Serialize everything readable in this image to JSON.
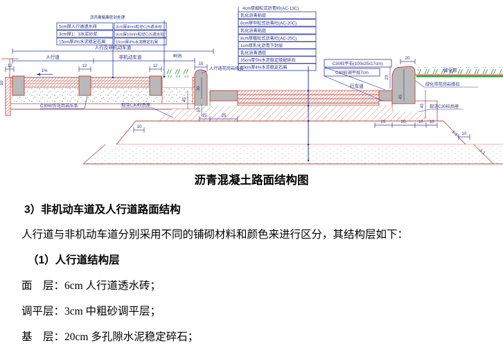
{
  "drawing": {
    "caption": "沥青混凝土路面结构图",
    "stack_left": [
      "5cm厚人行道透水砖",
      "3cm厚1：3水泥砂浆",
      "15cm厚4%水泥稳定石屑"
    ],
    "stack_mid_header": "双丙聚氨酯密封处理",
    "stack_mid": [
      "3cm厚4mm粒径C25透水砼",
      "3cm厚10mm粒径C25透水砼",
      "15cm厚4%水泥稳定石屑"
    ],
    "stack_right_header": "4cm厚细粒式沥青砼(AC-13C)",
    "stack_right": [
      "乳化沥青粘层",
      "8cm厚中粒式沥青砼(AC-20C)",
      "乳化沥青粘层",
      "8cm厚粗粒式沥青砼(AC-25C)",
      "1cm厚乳化沥青下封层",
      "乳化沥青透层",
      "35cm厚5%水泥稳定级配碎石",
      "20cm厚4%水泥稳定石屑"
    ],
    "labels": {
      "flat_stone": "C30砼平石(100x25x17cm)",
      "leveling": "C30砼调平层7cm",
      "lane": "行车道",
      "ped_curb": "人行道花岗岩缘石",
      "press_strip": "C30砼仿花岗岩压条",
      "backing_left": "现浇C30砼后座",
      "backing_right": "现浇C30砼后座",
      "green_belt": "绿化带",
      "green_curb": "绿化带花岗岩缘石",
      "tree_pit": "树池",
      "span_all": "人行及非机动车道",
      "span_ped": "人行道",
      "span_nonmotor": "非机动车道"
    },
    "dims": {
      "d12a": "12",
      "slope_pct": "1%",
      "d12b": "12",
      "d12c": "12",
      "d15": "15",
      "d20": "20",
      "v10l": "10",
      "v30": "30",
      "v10c": "10",
      "v45l": "45",
      "v23": "23",
      "v45r": "45",
      "v45b": "45",
      "b15": "15",
      "b25": "25",
      "r25": "25",
      "r20": "20",
      "r10a": "10",
      "r10b": "10",
      "s10l": "10",
      "s10r": "10",
      "slope11a": "1:1",
      "slope11b": "1:1"
    },
    "colors": {
      "line_red": "#bf4036",
      "line_blue": "#2a35a8",
      "green": "#2f9e33",
      "concrete_grey": "#b9b9b9"
    }
  },
  "document": {
    "heading3": "3）非机动车道及人行道路面结构",
    "para": "人行道与非机动车道分别采用不同的铺砌材料和颜色来进行区分，其结构层如下：",
    "sub1": "（1）人行道结构层",
    "line_mian": "面　层：6cm 人行道透水砖；",
    "line_tiao": "调平层：3cm 中粗砂调平层；",
    "line_ji": "基　层：20cm 多孔隙水泥稳定碎石；"
  }
}
